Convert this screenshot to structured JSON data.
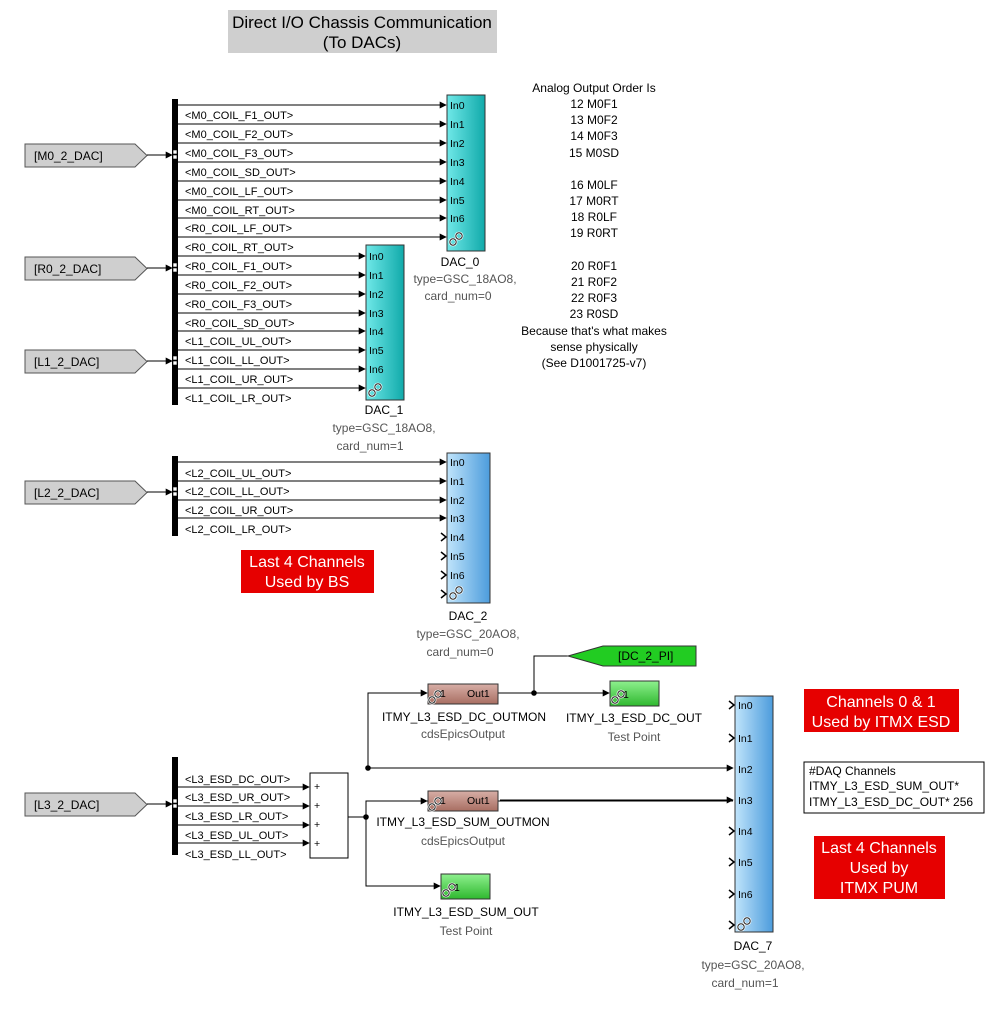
{
  "title": {
    "line1": "Direct I/O Chassis Communication",
    "line2": "(To DACs)"
  },
  "inputs": {
    "m0": "[M0_2_DAC]",
    "r0": "[R0_2_DAC]",
    "l1": "[L1_2_DAC]",
    "l2": "[L2_2_DAC]",
    "l3": "[L3_2_DAC]"
  },
  "signals": {
    "m0": [
      "<M0_COIL_F1_OUT>",
      "<M0_COIL_F2_OUT>",
      "<M0_COIL_F3_OUT>",
      "<M0_COIL_SD_OUT>",
      "<M0_COIL_LF_OUT>",
      "<M0_COIL_RT_OUT>"
    ],
    "r0": [
      "<R0_COIL_LF_OUT>",
      "<R0_COIL_RT_OUT>",
      "<R0_COIL_F1_OUT>",
      "<R0_COIL_F2_OUT>",
      "<R0_COIL_F3_OUT>",
      "<R0_COIL_SD_OUT>"
    ],
    "l1": [
      "<L1_COIL_UL_OUT>",
      "<L1_COIL_LL_OUT>",
      "<L1_COIL_UR_OUT>",
      "<L1_COIL_LR_OUT>"
    ],
    "l2": [
      "<L2_COIL_UL_OUT>",
      "<L2_COIL_LL_OUT>",
      "<L2_COIL_UR_OUT>",
      "<L2_COIL_LR_OUT>"
    ],
    "l3": [
      "<L3_ESD_DC_OUT>",
      "<L3_ESD_UR_OUT>",
      "<L3_ESD_LR_OUT>",
      "<L3_ESD_UL_OUT>",
      "<L3_ESD_LL_OUT>"
    ]
  },
  "ports": {
    "in8": [
      "In0",
      "In1",
      "In2",
      "In3",
      "In4",
      "In5",
      "In6"
    ],
    "out1": "Out1",
    "one": "1",
    "plus": "+"
  },
  "dacs": [
    {
      "name": "DAC_0",
      "type": "type=GSC_18AO8,",
      "card": "card_num=0"
    },
    {
      "name": "DAC_1",
      "type": "type=GSC_18AO8,",
      "card": "card_num=1"
    },
    {
      "name": "DAC_2",
      "type": "type=GSC_20AO8,",
      "card": "card_num=0"
    },
    {
      "name": "DAC_7",
      "type": "type=GSC_20AO8,",
      "card": "card_num=1"
    }
  ],
  "goto_dc": "[DC_2_PI]",
  "epics_blocks": [
    {
      "name": "ITMY_L3_ESD_DC_OUTMON",
      "sub": "cdsEpicsOutput"
    },
    {
      "name": "ITMY_L3_ESD_SUM_OUTMON",
      "sub": "cdsEpicsOutput"
    }
  ],
  "testpoints": [
    {
      "name": "ITMY_L3_ESD_DC_OUT",
      "sub": "Test Point"
    },
    {
      "name": "ITMY_L3_ESD_SUM_OUT",
      "sub": "Test Point"
    }
  ],
  "order_note": {
    "header": "Analog Output Order Is",
    "group1": [
      "12 M0F1",
      "13 M0F2",
      "14 M0F3",
      "15 M0SD"
    ],
    "group2": [
      "16 M0LF",
      "17 M0RT",
      "18 R0LF",
      "19 R0RT"
    ],
    "group3": [
      "20 R0F1",
      "21 R0F2",
      "22 R0F3",
      "23 R0SD"
    ],
    "footer": [
      "Because that's what makes",
      "sense physically",
      "(See D1001725-v7)"
    ]
  },
  "red_labels": {
    "bs": [
      "Last 4 Channels",
      "Used by BS"
    ],
    "itmx_esd": [
      "Channels 0 & 1",
      "Used by ITMX ESD"
    ],
    "itmx_pum": [
      "Last 4 Channels",
      "Used by",
      "ITMX PUM"
    ]
  },
  "daq": [
    "#DAQ Channels",
    "ITMY_L3_ESD_SUM_OUT*",
    "ITMY_L3_ESD_DC_OUT* 256"
  ],
  "colors": {
    "dac_cyan": "#18b8b8",
    "dac_blue": "#5aaae6",
    "epics": "#b87a6e",
    "testpoint": "#3cc23c",
    "goto": "#22cc22",
    "red": "#e60000",
    "grey": "#cfcfcf"
  }
}
